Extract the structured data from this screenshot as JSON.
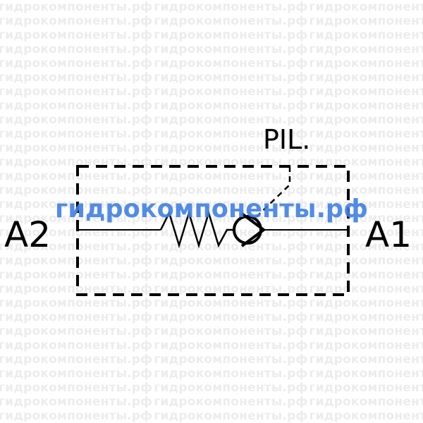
{
  "diagram": {
    "pilot_label": "PIL.",
    "port_left_label": "A2",
    "port_right_label": "A1"
  },
  "watermark": {
    "text": "гидрокомпоненты.рф",
    "center_text": "гидрокомпоненты.рф",
    "color": "#ececec",
    "center_color": "#3f7fe4"
  }
}
